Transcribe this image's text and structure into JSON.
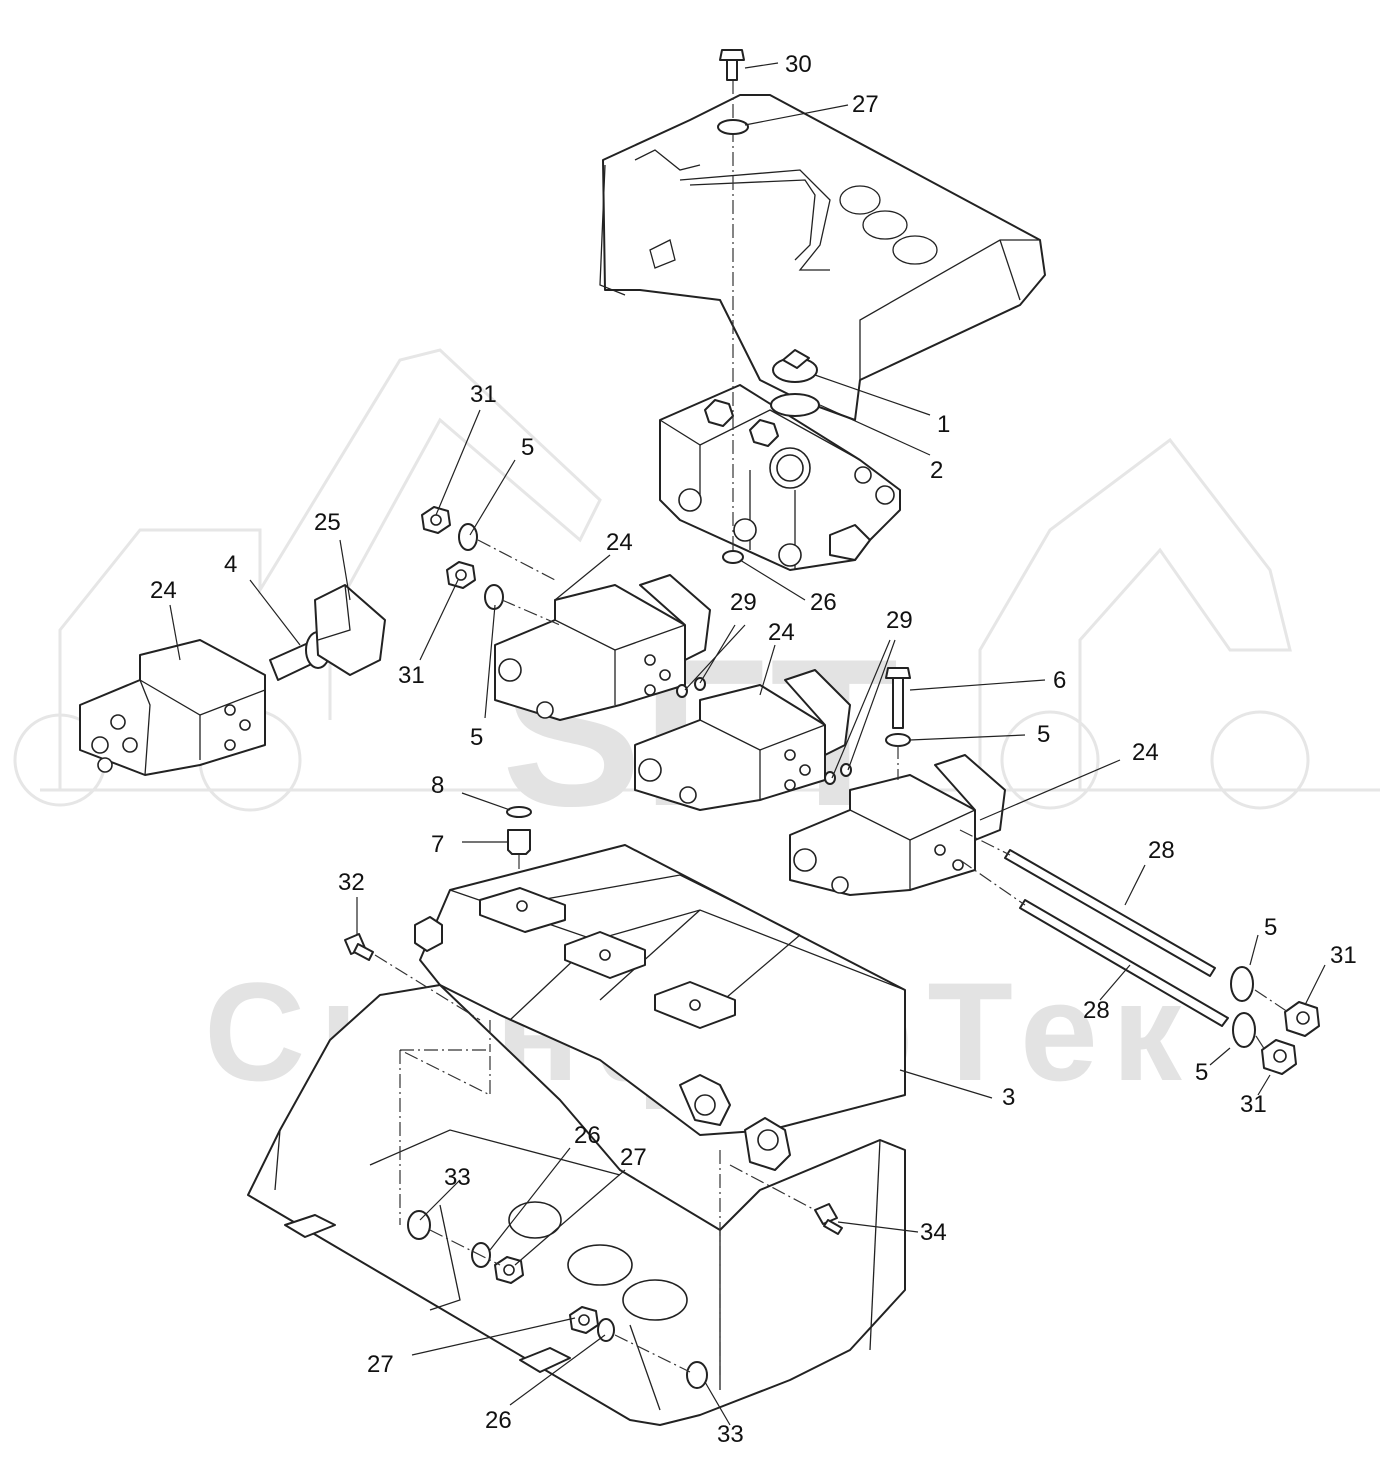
{
  "watermark": {
    "logo_text": "SFT",
    "company_text": "СканфорТек",
    "logo_icon": "excavator-tractor-outline-icon"
  },
  "callouts": [
    {
      "id": "c30",
      "label": "30"
    },
    {
      "id": "c27a",
      "label": "27"
    },
    {
      "id": "c1",
      "label": "1"
    },
    {
      "id": "c2",
      "label": "2"
    },
    {
      "id": "c31a",
      "label": "31"
    },
    {
      "id": "c5a",
      "label": "5"
    },
    {
      "id": "c25",
      "label": "25"
    },
    {
      "id": "c24a",
      "label": "24"
    },
    {
      "id": "c4",
      "label": "4"
    },
    {
      "id": "c24b",
      "label": "24"
    },
    {
      "id": "c26a",
      "label": "26"
    },
    {
      "id": "c31b",
      "label": "31"
    },
    {
      "id": "c29a",
      "label": "29"
    },
    {
      "id": "c24c",
      "label": "24"
    },
    {
      "id": "c29b",
      "label": "29"
    },
    {
      "id": "c5b",
      "label": "5"
    },
    {
      "id": "c6",
      "label": "6"
    },
    {
      "id": "c5c",
      "label": "5"
    },
    {
      "id": "c24d",
      "label": "24"
    },
    {
      "id": "c8",
      "label": "8"
    },
    {
      "id": "c7",
      "label": "7"
    },
    {
      "id": "c28a",
      "label": "28"
    },
    {
      "id": "c32",
      "label": "32"
    },
    {
      "id": "c5d",
      "label": "5"
    },
    {
      "id": "c31c",
      "label": "31"
    },
    {
      "id": "c28b",
      "label": "28"
    },
    {
      "id": "c5e",
      "label": "5"
    },
    {
      "id": "c31d",
      "label": "31"
    },
    {
      "id": "c3",
      "label": "3"
    },
    {
      "id": "c26b",
      "label": "26"
    },
    {
      "id": "c27b",
      "label": "27"
    },
    {
      "id": "c33a",
      "label": "33"
    },
    {
      "id": "c34",
      "label": "34"
    },
    {
      "id": "c27c",
      "label": "27"
    },
    {
      "id": "c26c",
      "label": "26"
    },
    {
      "id": "c33b",
      "label": "33"
    }
  ]
}
